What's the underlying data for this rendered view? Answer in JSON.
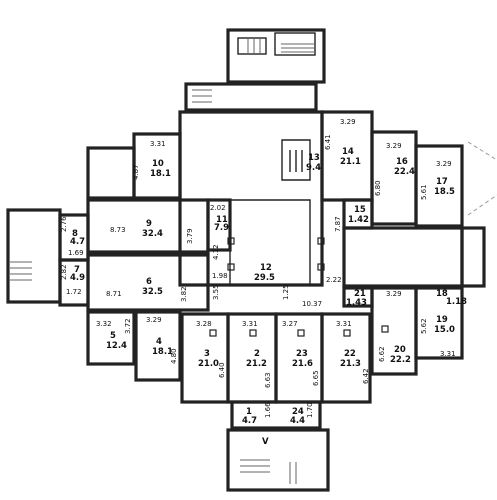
{
  "rooms": [
    {
      "id": "r10",
      "number": "10",
      "area": "18.1",
      "dims": [
        "3.31",
        "4.87"
      ]
    },
    {
      "id": "r14",
      "number": "14",
      "area": "21.1",
      "dims": [
        "3.29",
        "6.41"
      ]
    },
    {
      "id": "r13",
      "number": "13",
      "area": "9.4",
      "dims": []
    },
    {
      "id": "r16",
      "number": "16",
      "area": "22.4",
      "dims": [
        "3.29",
        "6.80"
      ]
    },
    {
      "id": "r17",
      "number": "17",
      "area": "18.5",
      "dims": [
        "3.29",
        "5.61"
      ]
    },
    {
      "id": "r9",
      "number": "9",
      "area": "32.4",
      "dims": [
        "8.73",
        "3.79"
      ]
    },
    {
      "id": "r11",
      "number": "11",
      "area": "7.9",
      "dims": [
        "2.02",
        "4.12"
      ]
    },
    {
      "id": "r15",
      "number": "15",
      "area": "1.42",
      "dims": [
        "7.87"
      ]
    },
    {
      "id": "r8",
      "number": "8",
      "area": "4.7",
      "dims": [
        "2.76",
        "1.69"
      ]
    },
    {
      "id": "r7",
      "number": "7",
      "area": "4.9",
      "dims": [
        "2.82",
        "1.72"
      ]
    },
    {
      "id": "r6",
      "number": "6",
      "area": "32.5",
      "dims": [
        "8.71",
        "3.82"
      ]
    },
    {
      "id": "r12",
      "number": "12",
      "area": "29.5",
      "dims": [
        "3.55",
        "1.98",
        "1.25",
        "10.37",
        "2.22"
      ]
    },
    {
      "id": "r21",
      "number": "21",
      "area": "1.43",
      "dims": []
    },
    {
      "id": "r18",
      "number": "18",
      "area": "1.18",
      "dims": []
    },
    {
      "id": "r19",
      "number": "19",
      "area": "15.0",
      "dims": [
        "5.62",
        "3.31"
      ]
    },
    {
      "id": "r5",
      "number": "5",
      "area": "12.4",
      "dims": [
        "3.32",
        "3.72"
      ]
    },
    {
      "id": "r4",
      "number": "4",
      "area": "18.1",
      "dims": [
        "3.29",
        "4.80"
      ]
    },
    {
      "id": "r3",
      "number": "3",
      "area": "21.0",
      "dims": [
        "3.28",
        "6.40"
      ]
    },
    {
      "id": "r2",
      "number": "2",
      "area": "21.2",
      "dims": [
        "3.31",
        "6.63"
      ]
    },
    {
      "id": "r23",
      "number": "23",
      "area": "21.6",
      "dims": [
        "3.27",
        "6.65"
      ]
    },
    {
      "id": "r22",
      "number": "22",
      "area": "21.3",
      "dims": [
        "3.31",
        "6.42"
      ]
    },
    {
      "id": "r20",
      "number": "20",
      "area": "22.2",
      "dims": [
        "3.29",
        "6.62"
      ]
    },
    {
      "id": "r1",
      "number": "1",
      "area": "4.7",
      "dims": [
        "1.66"
      ]
    },
    {
      "id": "r24",
      "number": "24",
      "area": "4.4",
      "dims": [
        "1.70"
      ]
    }
  ],
  "section_mark": "V"
}
